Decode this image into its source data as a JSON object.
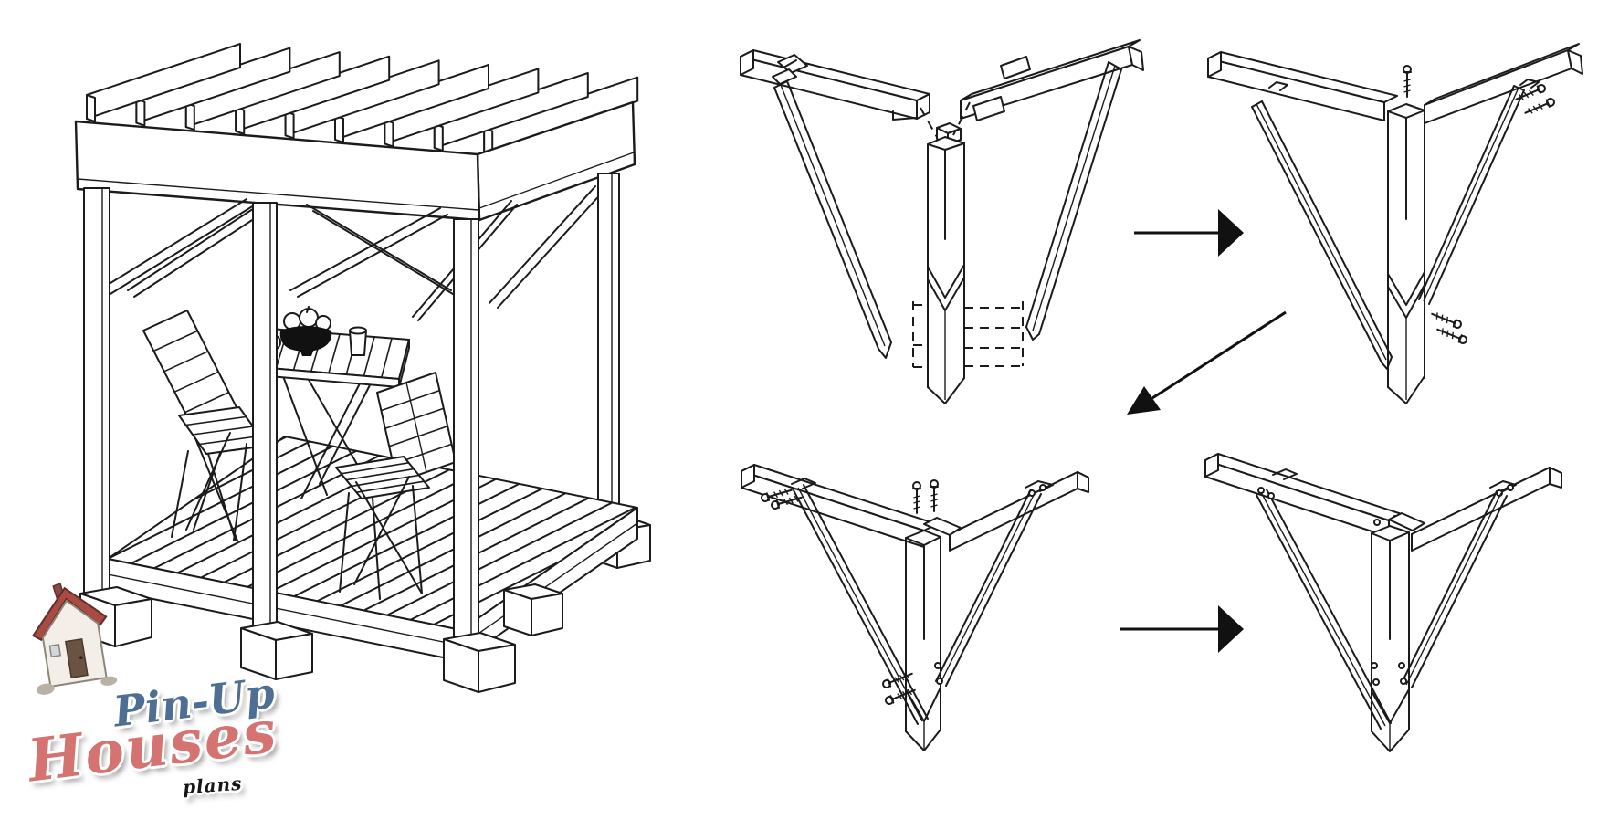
{
  "page": {
    "background": "#ffffff",
    "line_color": "#1b1b1b"
  },
  "logo": {
    "word1": "Pin-Up",
    "word2": "Houses",
    "word3": "plans",
    "colors": {
      "word1": "#4e6e93",
      "word2": "#d4736f",
      "word3": "#161616",
      "house_roof": "#a94b42",
      "house_wall": "#f3efe8",
      "house_door": "#6b5342"
    },
    "house_icon": "cartoon-house-icon"
  },
  "drawing": {
    "figures": [
      {
        "id": "pergola-overview",
        "icon": "pergola-line-art-icon"
      },
      {
        "id": "assembly-step-1",
        "icon": "exploded-corner-joint-icon"
      },
      {
        "id": "assembly-step-2",
        "icon": "corner-joint-screws-inserted-icon"
      },
      {
        "id": "assembly-step-3",
        "icon": "corner-brace-screwing-icon"
      },
      {
        "id": "assembly-step-4",
        "icon": "finished-corner-joint-icon"
      }
    ],
    "arrows": [
      {
        "id": "step1-to-step2",
        "icon": "arrow-right-icon"
      },
      {
        "id": "step2-to-step3",
        "icon": "arrow-down-left-icon"
      },
      {
        "id": "step3-to-step4",
        "icon": "arrow-right-icon"
      }
    ]
  }
}
